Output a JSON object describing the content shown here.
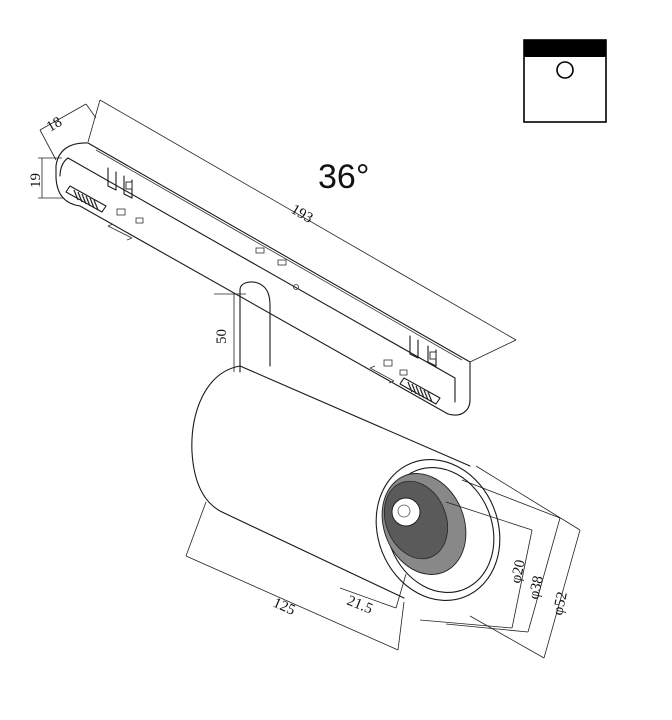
{
  "beam_angle": "36°",
  "dimensions": {
    "width": "18",
    "height": "19",
    "length": "193",
    "stem": "50",
    "body_length": "125",
    "recess": "21.5",
    "d_inner": "φ20",
    "d_mid": "φ38",
    "d_outer": "φ52"
  }
}
